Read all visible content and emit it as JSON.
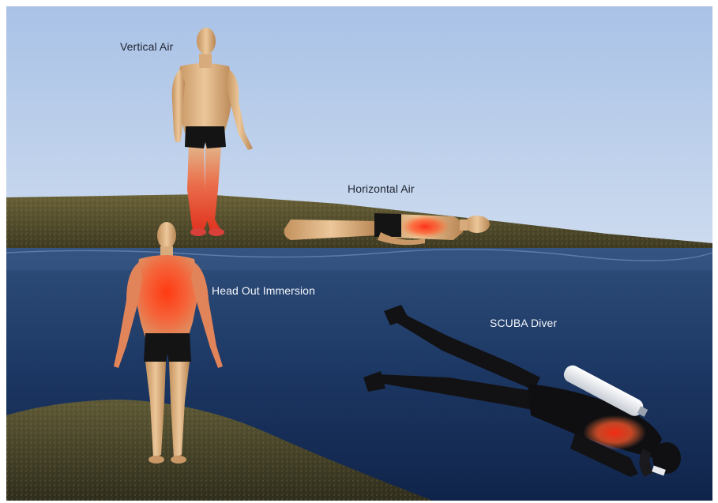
{
  "labels": {
    "vertical_air": "Vertical  Air",
    "horizontal_air": "Horizontal Air",
    "head_out_immersion": "Head Out Immersion",
    "scuba_diver": "SCUBA Diver"
  },
  "figures": [
    {
      "name": "vertical-air-figure",
      "posture": "standing on land",
      "heat_region": "lower legs"
    },
    {
      "name": "horizontal-air-figure",
      "posture": "lying supine on land",
      "heat_region": "abdomen"
    },
    {
      "name": "head-out-immersion-figure",
      "posture": "standing in water, head above surface",
      "heat_region": "chest"
    },
    {
      "name": "scuba-diver-figure",
      "posture": "swimming prone underwater with tank",
      "heat_region": "back"
    }
  ],
  "colors": {
    "sky_top": "#a9c2e6",
    "sky_bottom": "#c9d8ee",
    "water_top": "#2e4d79",
    "water_bottom": "#12274d",
    "ground": "#5c5633",
    "skin": "#dcb487",
    "trunks": "#141414",
    "heat": "#ff3a1e"
  }
}
